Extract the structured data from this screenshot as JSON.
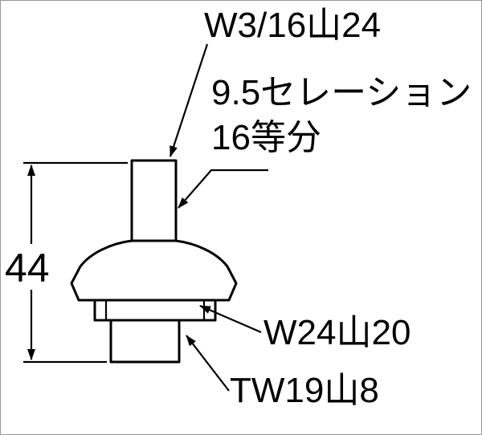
{
  "colors": {
    "ink": "#000000",
    "background": "#ffffff",
    "frame": "#999999"
  },
  "diagram": {
    "labels": {
      "top_thread": "W3/16山24",
      "serration": "9.5セレーション",
      "serration_divisions": "16等分",
      "overall_height": "44",
      "middle_thread": "W24山20",
      "bottom_thread": "TW19山8"
    }
  }
}
